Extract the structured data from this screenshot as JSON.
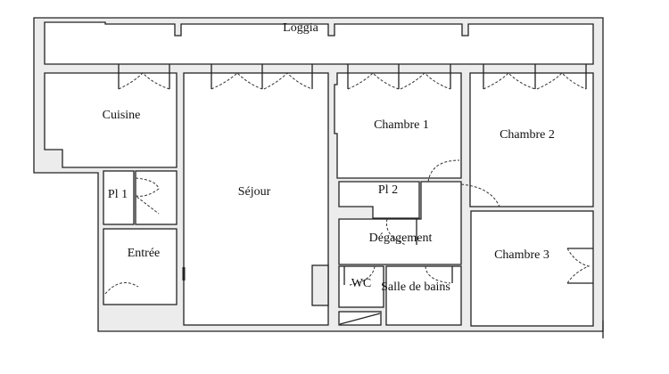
{
  "plan": {
    "rooms": {
      "loggia": "Loggia",
      "cuisine": "Cuisine",
      "sejour": "Séjour",
      "chambre1": "Chambre 1",
      "chambre2": "Chambre 2",
      "chambre3": "Chambre 3",
      "pl1": "Pl 1",
      "pl2": "Pl 2",
      "entree": "Entrée",
      "degagement": "Dégagement",
      "wc": "WC",
      "salle_de_bains": "Salle de bains"
    },
    "colors": {
      "wall_fill": "#ececec",
      "line": "#222222"
    }
  }
}
